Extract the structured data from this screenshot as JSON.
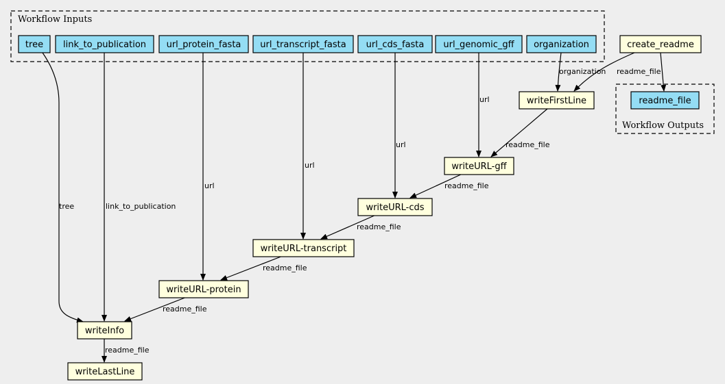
{
  "clusters": {
    "inputs": {
      "label": "Workflow Inputs"
    },
    "outputs": {
      "label": "Workflow Outputs"
    }
  },
  "nodes": {
    "tree": "tree",
    "link_to_publication": "link_to_publication",
    "url_protein_fasta": "url_protein_fasta",
    "url_transcript_fasta": "url_transcript_fasta",
    "url_cds_fasta": "url_cds_fasta",
    "url_genomic_gff": "url_genomic_gff",
    "organization": "organization",
    "create_readme": "create_readme",
    "readme_file": "readme_file",
    "writeFirstLine": "writeFirstLine",
    "writeURL_gff": "writeURL-gff",
    "writeURL_cds": "writeURL-cds",
    "writeURL_transcript": "writeURL-transcript",
    "writeURL_protein": "writeURL-protein",
    "writeInfo": "writeInfo",
    "writeLastLine": "writeLastLine"
  },
  "edge_labels": {
    "tree": "tree",
    "link_to_publication": "link_to_publication",
    "protein_url": "url",
    "transcript_url": "url",
    "cds_url": "url",
    "gff_url": "url",
    "organization": "organization",
    "create_to_first": "readme_file",
    "first_to_gff": "readme_file",
    "gff_to_cds": "readme_file",
    "cds_to_transcript": "readme_file",
    "transcript_to_protein": "readme_file",
    "protein_to_info": "readme_file",
    "info_to_last": "readme_file"
  },
  "colors": {
    "input_fill": "#94ddf4",
    "step_fill": "#ffffde",
    "background": "#eeeeee"
  }
}
